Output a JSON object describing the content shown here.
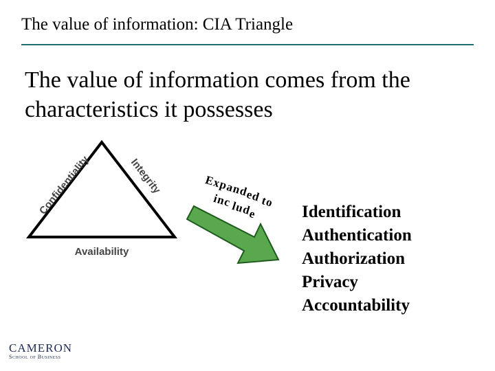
{
  "slide": {
    "title": "The value of information:  CIA Triangle",
    "subtitle": "The value of information comes from the characteristics it possesses"
  },
  "triangle": {
    "left_label": "Confidentiality",
    "right_label": "Integrity",
    "bottom_label": "Availability"
  },
  "arrow": {
    "words": [
      "Exp",
      "and",
      "ed",
      "to",
      "inc",
      "lud",
      "e"
    ]
  },
  "extensions": {
    "items": [
      "Identification",
      "Authentication",
      "Authorization",
      "Privacy",
      "Accountability"
    ]
  },
  "logo": {
    "brand": "CAMERON",
    "sub": "School of Business"
  },
  "colors": {
    "rule": "#1f6f6f",
    "arrow_fill": "#5aa84d",
    "arrow_stroke": "#1f5a1f",
    "logo": "#1e2a4d"
  }
}
